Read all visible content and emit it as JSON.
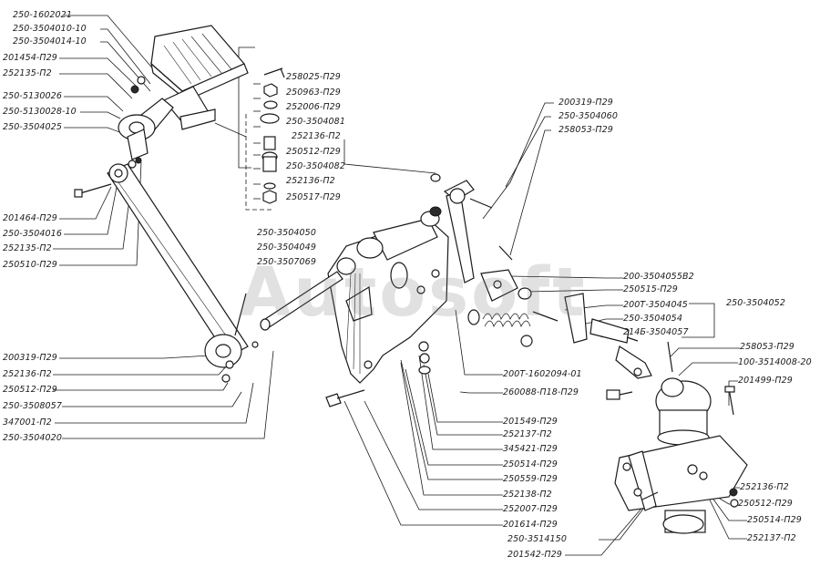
{
  "watermark": "Autosoft",
  "labels": {
    "l01": "250-1602021",
    "l02": "250-3504010-10",
    "l03": "250-3504014-10",
    "l04": "201454-П29",
    "l05": "252135-П2",
    "l06": "250-5130026",
    "l07": "250-5130028-10",
    "l08": "250-3504025",
    "l09": "201464-П29",
    "l10": "250-3504016",
    "l11": "252135-П2",
    "l12": "250510-П29",
    "l13": "258025-П29",
    "l14": "250963-П29",
    "l15": "252006-П29",
    "l16": "250-3504081",
    "l17": "252136-П2",
    "l18": "250512-П29",
    "l19": "250-3504082",
    "l20": "252136-П2",
    "l21": "250517-П29",
    "l22": "200319-П29",
    "l23": "250-3504060",
    "l24": "258053-П29",
    "l25": "250-3504050",
    "l26": "250-3504049",
    "l27": "250-3507069",
    "l28": "200-3504055В2",
    "l29": "250515-П29",
    "l30": "200Т-3504045",
    "l31": "250-3504052",
    "l32": "250-3504054",
    "l33": "214Б-3504057",
    "l34": "258053-П29",
    "l35": "100-3514008-20",
    "l36": "201499-П29",
    "l37": "200319-П29",
    "l38": "252136-П2",
    "l39": "250512-П29",
    "l40": "250-3508057",
    "l41": "347001-П2",
    "l42": "250-3504020",
    "l43": "200Т-1602094-01",
    "l44": "260088-П18-П29",
    "l45": "201549-П29",
    "l46": "252137-П2",
    "l47": "345421-П29",
    "l48": "250514-П29",
    "l49": "250559-П29",
    "l50": "252138-П2",
    "l51": "252007-П29",
    "l52": "201614-П29",
    "l53": "250-3514150",
    "l54": "201542-П29",
    "l55": "252136-П2",
    "l56": "250512-П29",
    "l57": "250514-П29",
    "l58": "252137-П2"
  }
}
